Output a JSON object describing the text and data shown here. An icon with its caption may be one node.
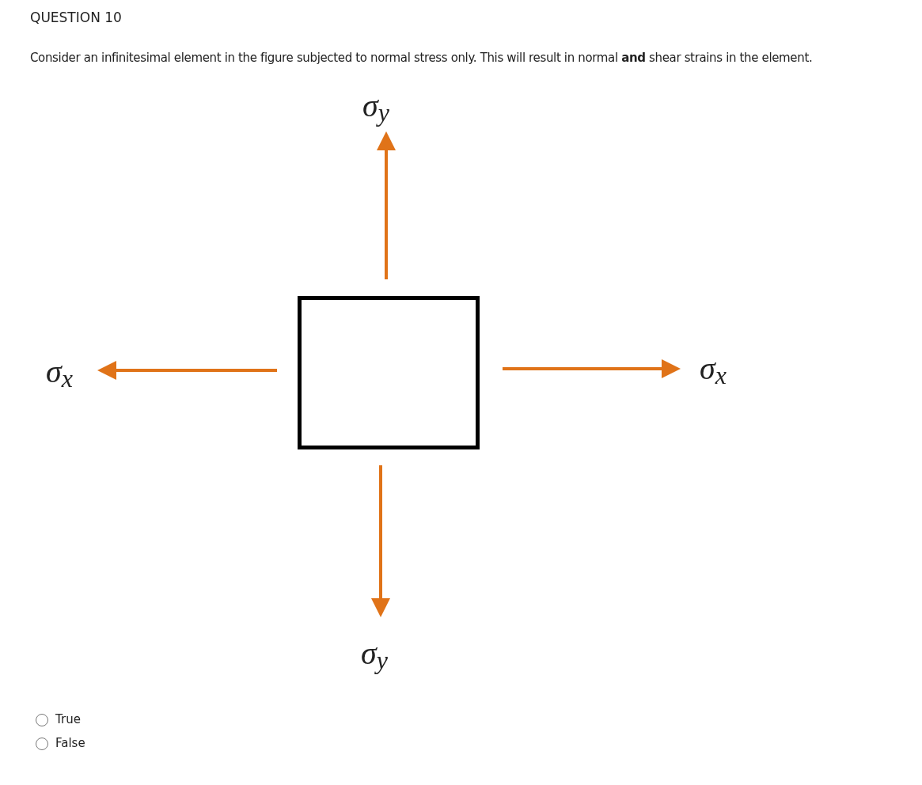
{
  "diagram": {
    "title": "QUESTION 10",
    "nodes": [
      {
        "text": [],
        "shape": "box"
      }
    ],
    "edges": [],
    "labels": [
      "Consider an infinitesimal element in the figure subjected to normal stress only. This will result in normal **and** shear strains in the element.",
      "σ$_{y}$",
      "σ$_{x}$",
      "σ$_{x}$",
      "σ$_{y}$",
      "True",
      "False"
    ]
  }
}
